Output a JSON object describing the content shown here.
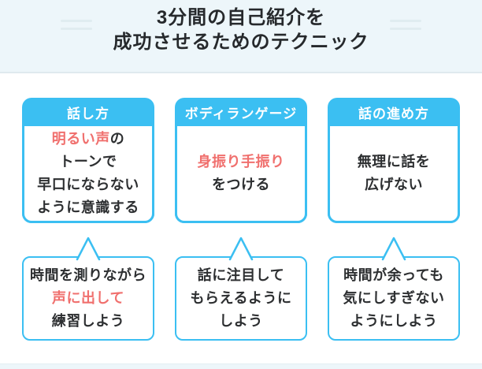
{
  "header": {
    "title_line1": "3分間の自己紹介を",
    "title_line2": "成功させるためのテクニック"
  },
  "columns": [
    {
      "header": "話し方",
      "card_lines": [
        [
          {
            "t": "明るい声",
            "em": true
          },
          {
            "t": "の"
          }
        ],
        [
          {
            "t": "トーンで"
          }
        ],
        [
          {
            "t": "早口にならない"
          }
        ],
        [
          {
            "t": "ように意識する"
          }
        ]
      ],
      "bubble_lines": [
        [
          {
            "t": "時間を測りながら"
          }
        ],
        [
          {
            "t": "声に出して",
            "em": true
          }
        ],
        [
          {
            "t": "練習しよう"
          }
        ]
      ]
    },
    {
      "header": "ボディランゲージ",
      "card_lines": [
        [
          {
            "t": "身振り手振り",
            "em": true
          }
        ],
        [
          {
            "t": "をつける"
          }
        ]
      ],
      "bubble_lines": [
        [
          {
            "t": "話に注目して"
          }
        ],
        [
          {
            "t": "もらえるように"
          }
        ],
        [
          {
            "t": "しよう"
          }
        ]
      ]
    },
    {
      "header": "話の進め方",
      "card_lines": [
        [
          {
            "t": "無理に話を"
          }
        ],
        [
          {
            "t": "広げない"
          }
        ]
      ],
      "bubble_lines": [
        [
          {
            "t": "時間が余っても"
          }
        ],
        [
          {
            "t": "気にしすぎない"
          }
        ],
        [
          {
            "t": "ようにしよう"
          }
        ]
      ]
    }
  ],
  "colors": {
    "accent_blue": "#3bbff2",
    "accent_red": "#f0706e",
    "text_dark": "#2d2f31",
    "strip_bg": "#edf6fa",
    "strip_line": "#e0ecf0"
  },
  "icons": {
    "bubble_tail": "triangle-up",
    "header_decoration": "double-horizontal-lines"
  }
}
